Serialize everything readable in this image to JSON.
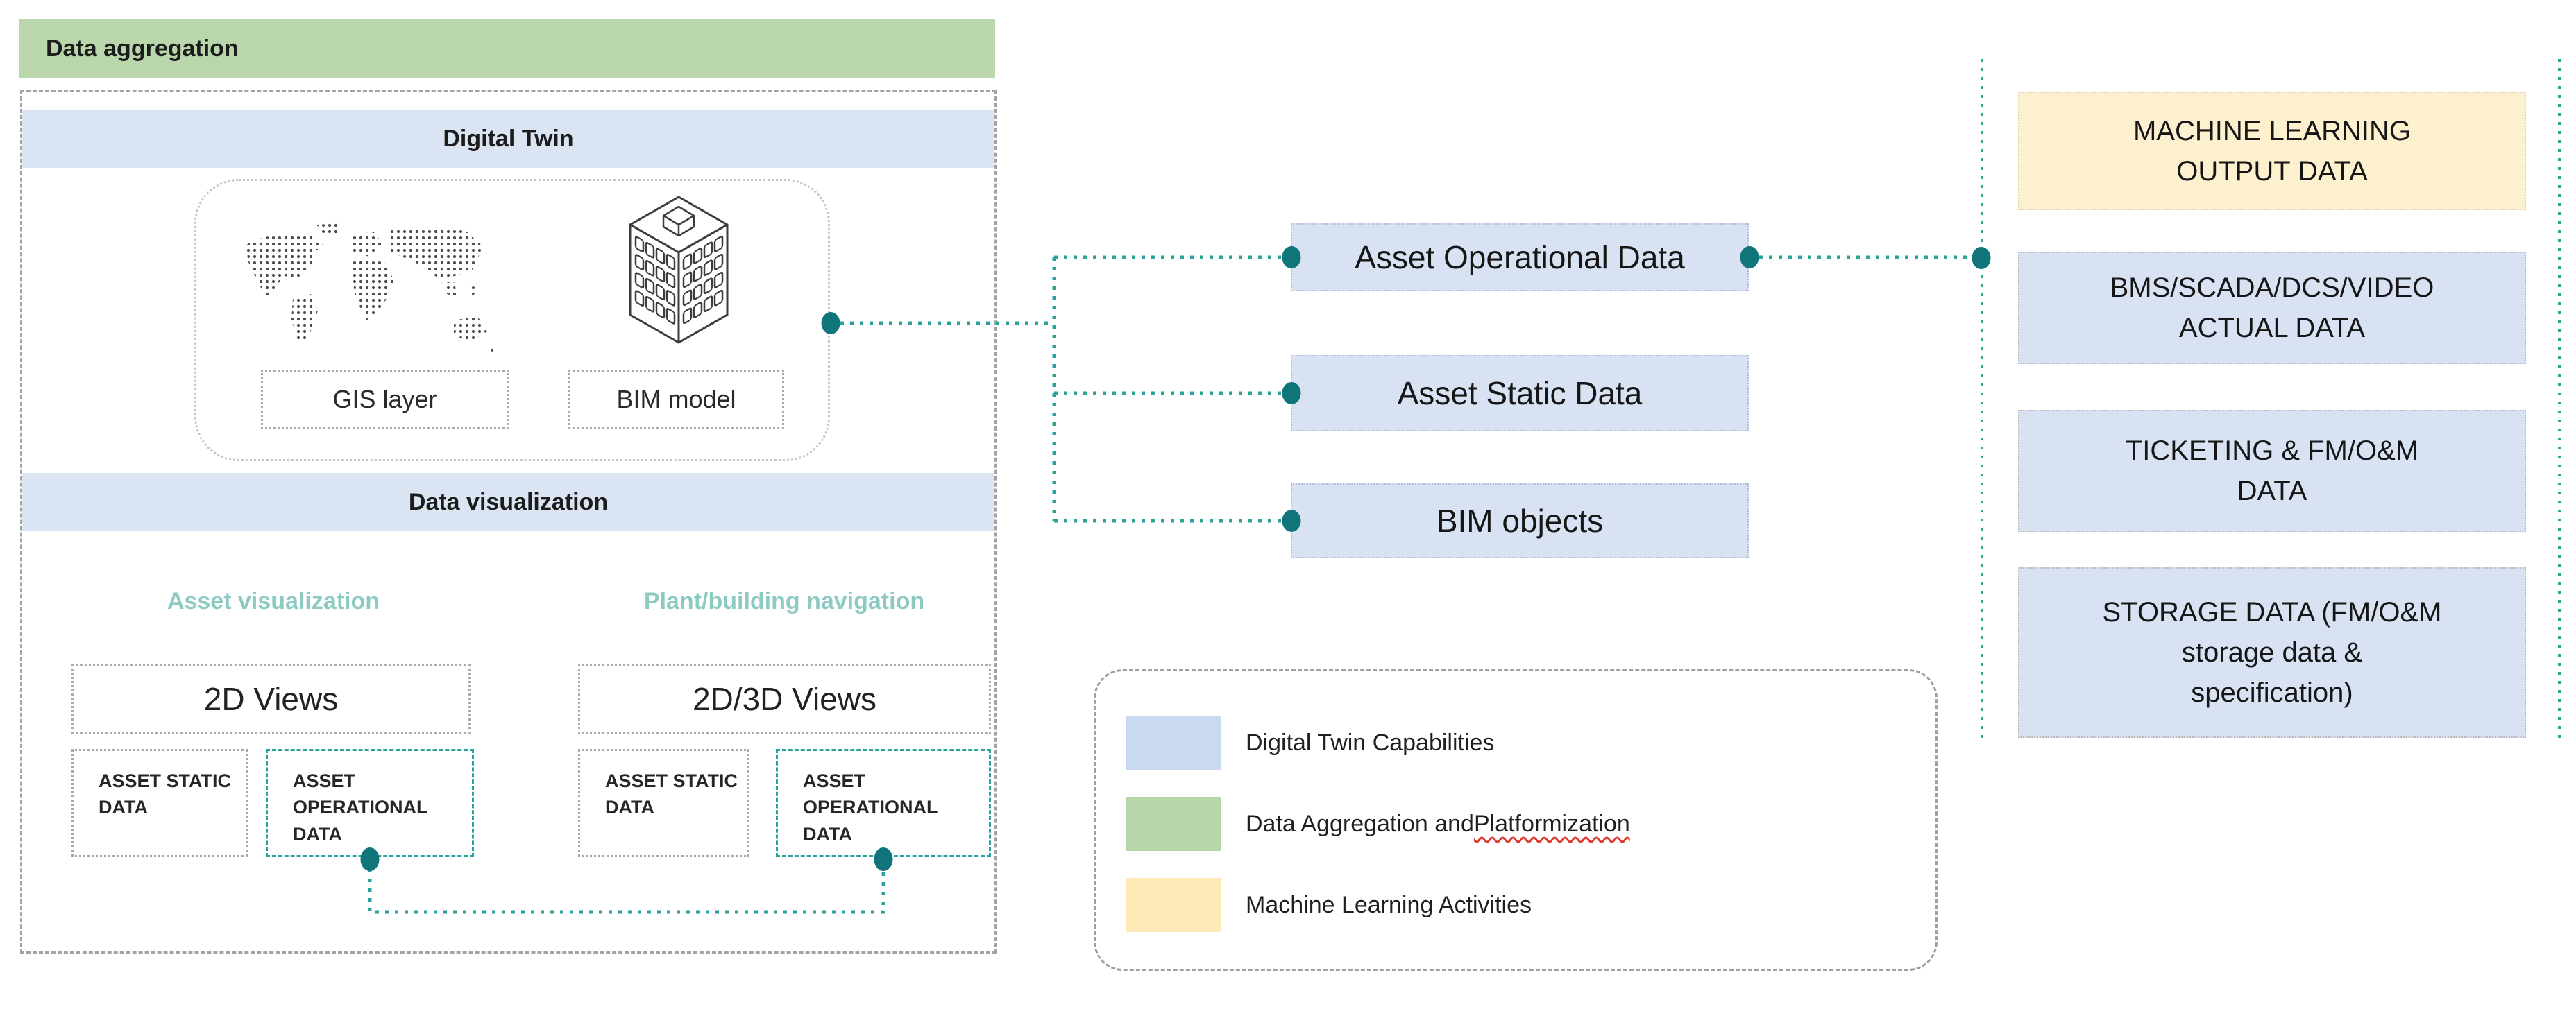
{
  "title_bar": {
    "label": "Data aggregation"
  },
  "left_panel": {
    "digital_twin_header": "Digital Twin",
    "gis_label": "GIS layer",
    "bim_label": "BIM model",
    "data_visualization_header": "Data visualization",
    "columns": [
      {
        "heading": "Asset visualization",
        "view_label": "2D Views",
        "boxes": [
          "ASSET STATIC DATA",
          "ASSET OPERATIONAL DATA"
        ]
      },
      {
        "heading": "Plant/building navigation",
        "view_label": "2D/3D Views",
        "boxes": [
          "ASSET STATIC DATA",
          "ASSET OPERATIONAL DATA"
        ]
      }
    ]
  },
  "middle_nodes": [
    {
      "label": "Asset Operational Data"
    },
    {
      "label": "Asset Static Data"
    },
    {
      "label": "BIM objects"
    }
  ],
  "right_column": {
    "boxes": [
      {
        "type": "machine-learning",
        "lines": [
          "MACHINE LEARNING",
          "OUTPUT DATA"
        ]
      },
      {
        "type": "digital-twin",
        "lines": [
          "BMS/SCADA/DCS/VIDEO",
          "ACTUAL DATA"
        ]
      },
      {
        "type": "digital-twin",
        "lines": [
          "TICKETING & FM/O&M",
          "DATA"
        ]
      },
      {
        "type": "digital-twin",
        "lines": [
          "STORAGE DATA (FM/O&M",
          "storage data &",
          "specification)"
        ]
      }
    ]
  },
  "legend": {
    "rows": [
      {
        "label": "Digital Twin Capabilities",
        "swatch_color": "#c9d9ef",
        "swatch_style": "background:#c9d9ef"
      },
      {
        "prefix": "Data Aggregation and ",
        "misspelled_word": "Platformization",
        "swatch_color": "#b6d7a9",
        "swatch_style": "background:#b6d7a9"
      },
      {
        "label": "Machine Learning Activities",
        "swatch_color": "#fdeab6",
        "swatch_style": "background:#fdeab6"
      }
    ]
  },
  "palette": {
    "banner_green": "#b9d7ab",
    "band_blue": "#dbe4f3",
    "node_blue": "#d9e2f3",
    "ml_yellow": "#fdf0cf",
    "teal_line": "#2aa39c",
    "teal_dot": "#10747b",
    "teal_heading": "#8ccac2",
    "squiggle_red": "#e03c31"
  }
}
